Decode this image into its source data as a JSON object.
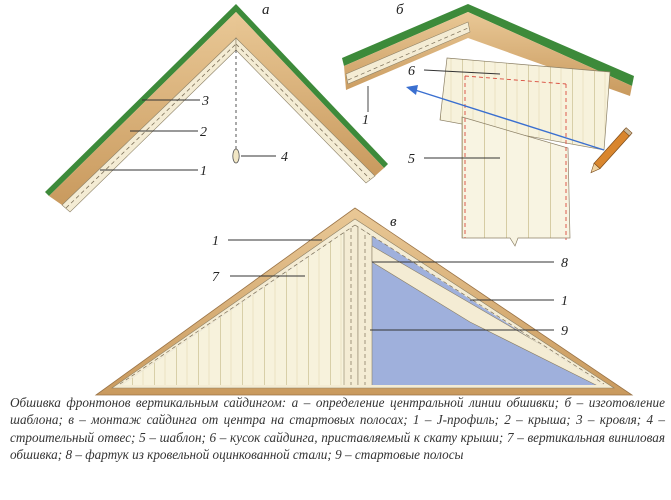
{
  "panels": {
    "a": {
      "letter": "а",
      "labels": {
        "roof_covering": "3",
        "roof": "2",
        "j_profile": "1",
        "plumb": "4"
      }
    },
    "b": {
      "letter": "б",
      "labels": {
        "siding_piece": "6",
        "j_profile": "1",
        "template": "5"
      }
    },
    "c": {
      "letter": "в",
      "labels": {
        "j_profile_top": "1",
        "vinyl_siding": "7",
        "apron": "8",
        "j_profile_right": "1",
        "starter_strip": "9"
      }
    }
  },
  "caption": "Обшивка фронтонов вертикальным сайдингом: а – определение центральной линии обшивки; б – изготовление шаблона; в – монтаж сайдинга от центра на стартовых полосах; 1 – J-профиль; 2 – крыша; 3 – кровля; 4 – строительный отвес; 5 – шаблон; 6 – кусок сайдинга, приставляемый к скату крыши; 7 – вертикальная виниловая обшивка; 8 – фартук из кровельной оцинкованной стали; 9 – стартовые полосы",
  "colors": {
    "shingle_green": "#3d8a3a",
    "wood_tan": "#d9b27a",
    "j_profile_cream": "#f4ecd4",
    "siding_cream": "#f5f0d8",
    "wall_blue": "#9fb0dc",
    "arrow_blue": "#3a6fd0"
  }
}
